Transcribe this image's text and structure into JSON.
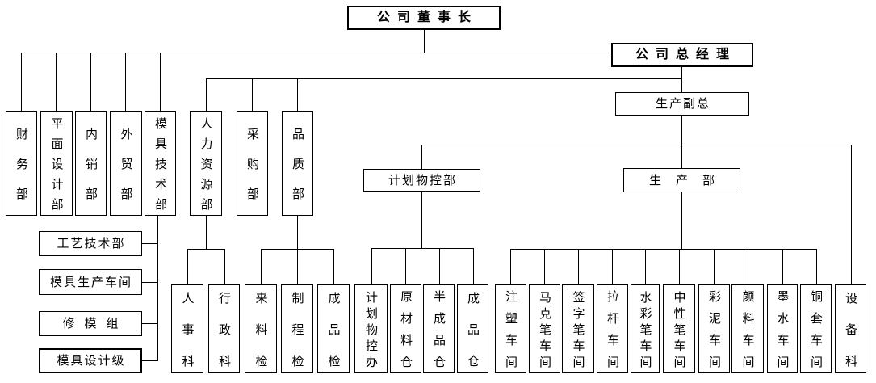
{
  "org": {
    "chairman": "公司董事长",
    "general_manager": "公司总经理",
    "production_vp": "生产副总",
    "left_departments": [
      "财务部",
      "平面设计部",
      "内销部",
      "外贸部",
      "模具技术部"
    ],
    "mold_tech_children": [
      "工艺技术部",
      "模具生产车间",
      "修模组",
      "模具设计级"
    ],
    "middle_departments": [
      "人力资源部",
      "采购部",
      "品质部"
    ],
    "hr_children": [
      "人事科",
      "行政科"
    ],
    "quality_children": [
      "来料检",
      "制程检",
      "成品检"
    ],
    "planning_dept": "计划物控部",
    "planning_children": [
      "计划物控办",
      "原材料仓",
      "半成品仓",
      "成品仓"
    ],
    "production_dept": "生产部",
    "production_children": [
      "注塑车间",
      "马克笔车间",
      "签字笔车间",
      "拉杆车间",
      "水彩笔车间",
      "中性笔车间",
      "彩泥车间",
      "颜料车间",
      "墨水车间",
      "铜套车间"
    ],
    "equipment_dept": "设备科"
  },
  "colors": {
    "background": "#ffffff",
    "line": "#000000",
    "text": "#000000"
  }
}
